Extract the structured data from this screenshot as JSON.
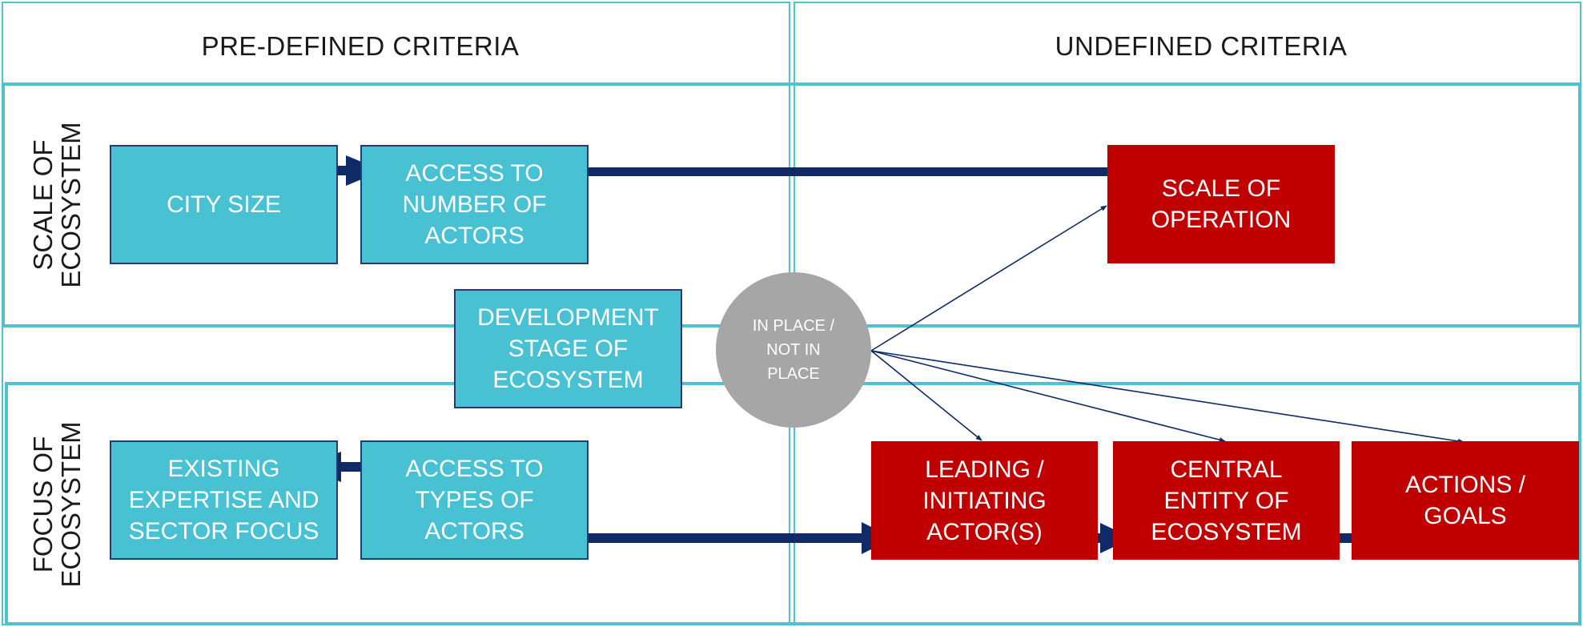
{
  "columns": {
    "left_header": "PRE-DEFINED CRITERIA",
    "right_header": "UNDEFINED CRITERIA"
  },
  "rows": {
    "top_label": "SCALE OF\nECOSYSTEM",
    "bottom_label": "FOCUS OF\nECOSYSTEM"
  },
  "nodes": {
    "city_size": "CITY SIZE",
    "access_number": "ACCESS TO\nNUMBER OF\nACTORS",
    "development_stage": "DEVELOPMENT\nSTAGE OF\nECOSYSTEM",
    "in_place": "IN PLACE /\nNOT IN\nPLACE",
    "scale_operation": "SCALE OF\nOPERATION",
    "existing_expertise": "EXISTING\nEXPERTISE AND\nSECTOR FOCUS",
    "access_types": "ACCESS TO\nTYPES OF\nACTORS",
    "leading_actor": "LEADING /\nINITIATING\nACTOR(S)",
    "central_entity": "CENTRAL\nENTITY OF\nECOSYSTEM",
    "actions_goals": "ACTIONS /\nGOALS"
  },
  "colors": {
    "teal_fill": "#48c1d3",
    "red_fill": "#c00000",
    "grey_circle": "#a6a6a6",
    "arrow_navy": "#0f2a66",
    "frame_teal": "#4cc3cf"
  }
}
